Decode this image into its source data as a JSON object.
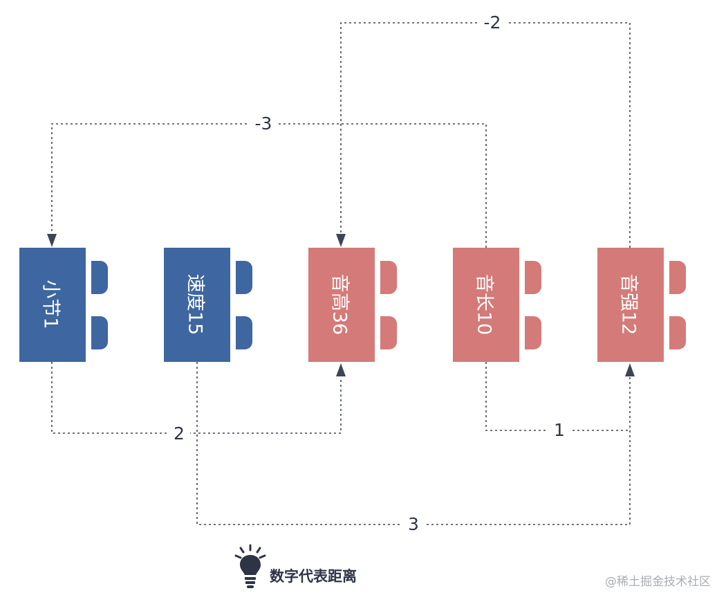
{
  "nodes": [
    {
      "label": "小节1",
      "group": "blue"
    },
    {
      "label": "速度15",
      "group": "blue"
    },
    {
      "label": "音高36",
      "group": "red"
    },
    {
      "label": "音长10",
      "group": "red"
    },
    {
      "label": "音强12",
      "group": "red"
    }
  ],
  "edges": [
    {
      "from": "小节1",
      "to": "音高36",
      "label": "2"
    },
    {
      "from": "速度15",
      "to": "音强12",
      "label": "3"
    },
    {
      "from": "音长10",
      "to": "音强12",
      "label": "1"
    },
    {
      "from": "音长10",
      "to": "小节1",
      "label": "-3"
    },
    {
      "from": "音强12",
      "to": "音高36",
      "label": "-2"
    }
  ],
  "legend": {
    "icon": "lightbulb-icon",
    "text": "数字代表距离"
  },
  "watermark": "@稀土掘金技术社区",
  "colors": {
    "blue": "#3e66a0",
    "red": "#d47a78",
    "line": "#3d4456",
    "text": "#2d3445"
  }
}
